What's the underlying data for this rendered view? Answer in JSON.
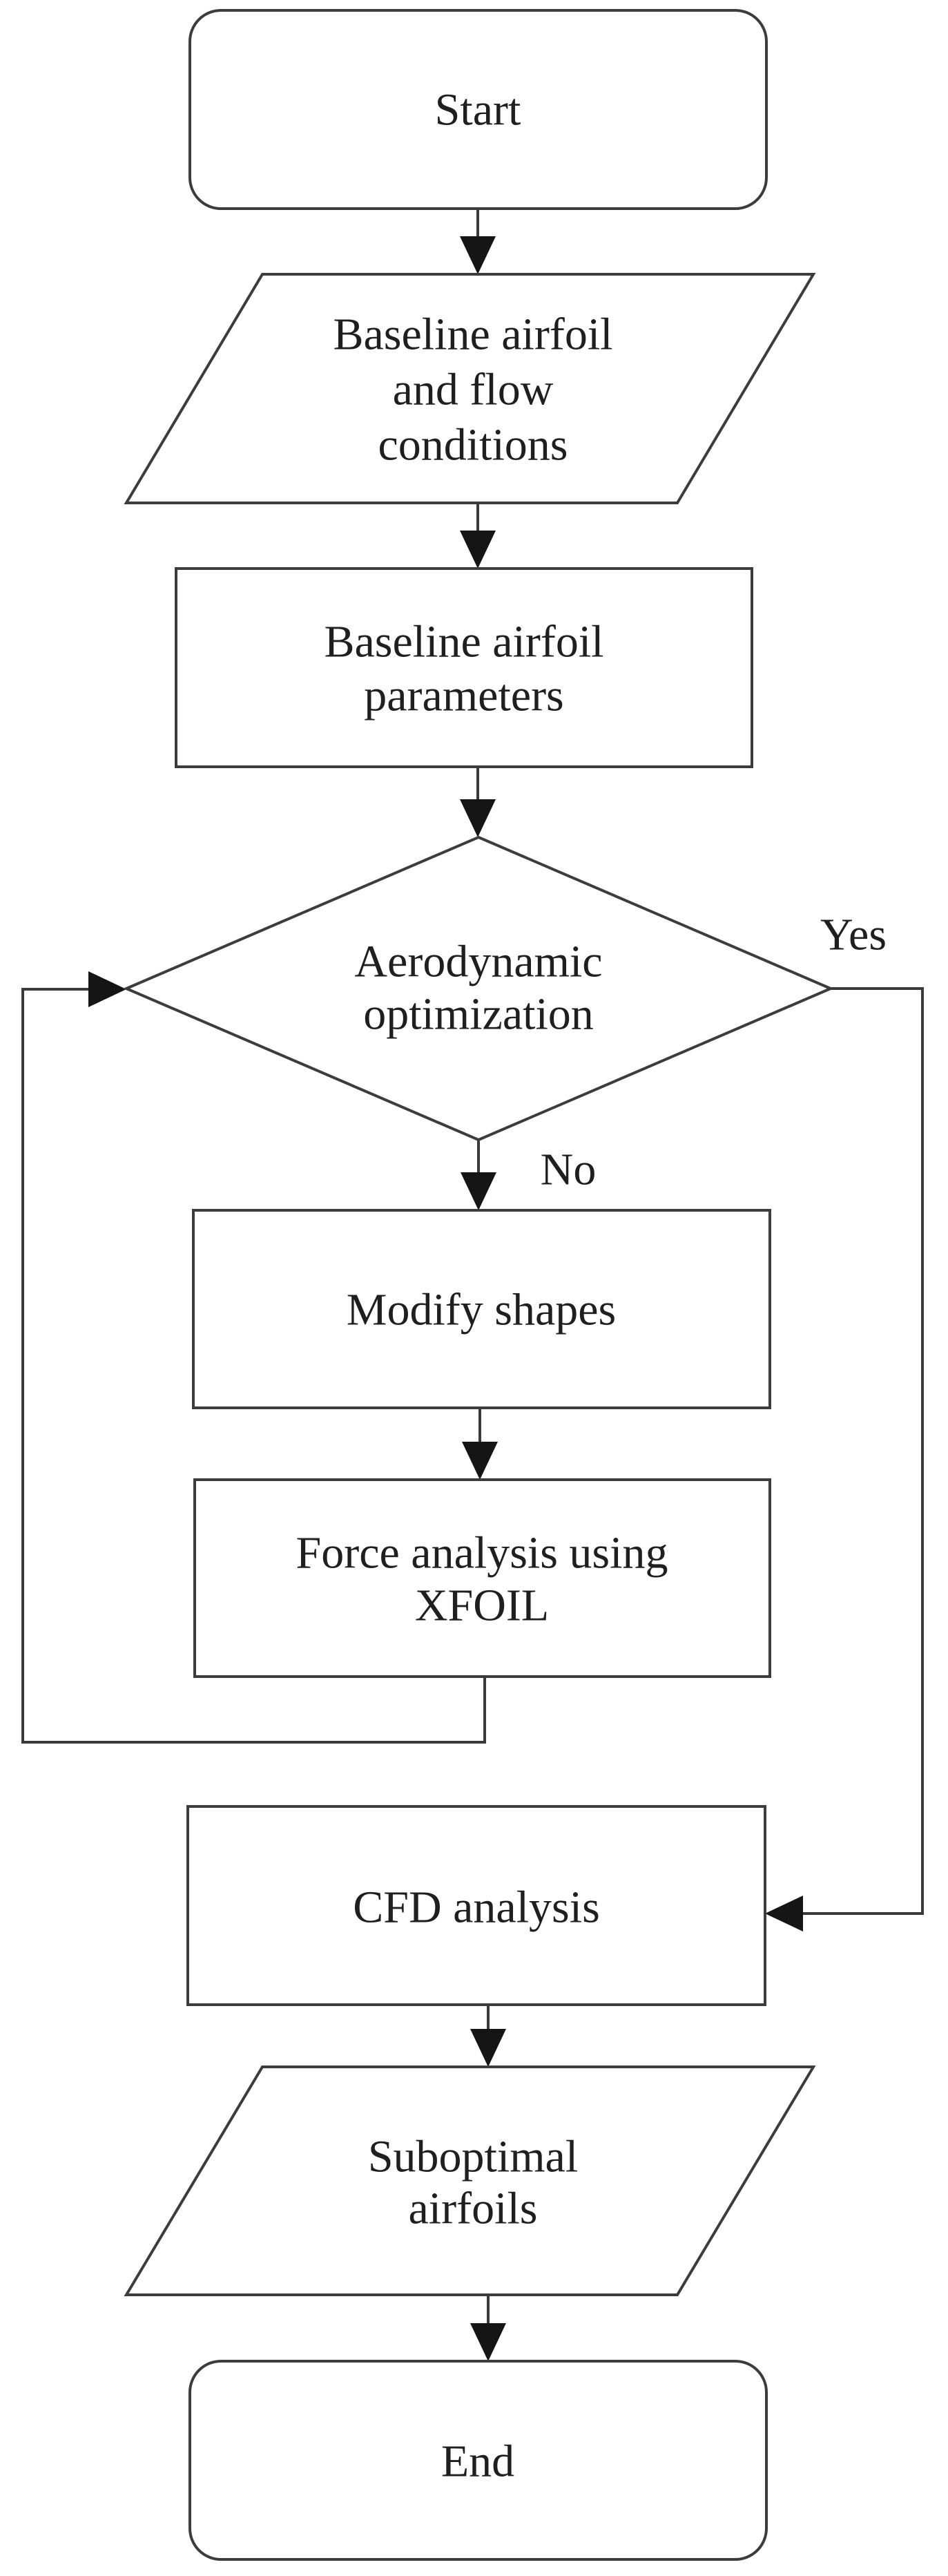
{
  "diagram": {
    "type": "flowchart",
    "background_color": "#ffffff",
    "shape_stroke_color": "#3c3c3c",
    "arrow_color": "#151515",
    "text_color": "#1f1f1f",
    "nodes": {
      "start": {
        "type": "terminator",
        "lines": [
          "Start"
        ]
      },
      "baseline_airfoil_flow": {
        "type": "input-output",
        "lines": [
          "Baseline airfoil",
          "and flow",
          "conditions"
        ]
      },
      "baseline_parameters": {
        "type": "process",
        "lines": [
          "Baseline airfoil",
          "parameters"
        ]
      },
      "aerodynamic_optimization": {
        "type": "decision",
        "lines": [
          "Aerodynamic",
          "optimization"
        ]
      },
      "modify_shapes": {
        "type": "process",
        "lines": [
          "Modify shapes"
        ]
      },
      "force_analysis": {
        "type": "process",
        "lines": [
          "Force analysis using",
          "XFOIL"
        ]
      },
      "cfd_analysis": {
        "type": "process",
        "lines": [
          "CFD analysis"
        ]
      },
      "suboptimal_airfoils": {
        "type": "input-output",
        "lines": [
          "Suboptimal",
          "airfoils"
        ]
      },
      "end": {
        "type": "terminator",
        "lines": [
          "End"
        ]
      }
    },
    "edge_labels": {
      "yes": "Yes",
      "no": "No"
    }
  }
}
